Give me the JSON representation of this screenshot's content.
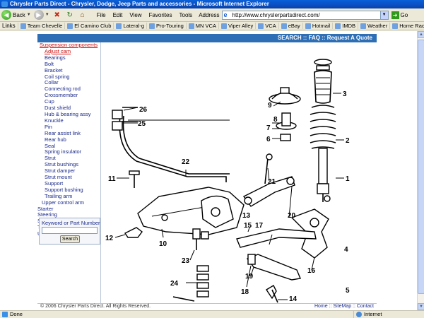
{
  "window": {
    "title": "Chrysler Parts Direct - Chrysler, Dodge, Jeep Parts and accessories - Microsoft Internet Explorer"
  },
  "toolbar": {
    "back_label": "Back",
    "menus": [
      "File",
      "Edit",
      "View",
      "Favorites",
      "Tools"
    ],
    "address_label": "Address",
    "address_value": "http://www.chryslerpartsdirect.com/",
    "go_label": "Go"
  },
  "links_bar": {
    "label": "Links",
    "items": [
      "Team Chevelle",
      "El Camino Club",
      "Lateral-g",
      "Pro-Touring",
      "MN VCA",
      "Viper Alley",
      "VCA",
      "eBay",
      "Hotmail",
      "IMDB",
      "Weather",
      "Home Racing World"
    ]
  },
  "page": {
    "top_strip": "SEARCH :: FAQ :: Request A Quote",
    "categories": [
      {
        "label": "Suspension components",
        "kind": "hl"
      },
      {
        "label": "Adjust cam",
        "kind": "sel"
      },
      {
        "label": "Bearings",
        "kind": "sub"
      },
      {
        "label": "Bolt",
        "kind": "sub"
      },
      {
        "label": "Bracket",
        "kind": "sub"
      },
      {
        "label": "Coil spring",
        "kind": "sub"
      },
      {
        "label": "Collar",
        "kind": "sub"
      },
      {
        "label": "Connecting rod",
        "kind": "sub"
      },
      {
        "label": "Crossmember",
        "kind": "sub"
      },
      {
        "label": "Cup",
        "kind": "sub"
      },
      {
        "label": "Dust shield",
        "kind": "sub"
      },
      {
        "label": "Hub & bearing assy",
        "kind": "sub"
      },
      {
        "label": "Knuckle",
        "kind": "sub"
      },
      {
        "label": "Pin",
        "kind": "sub"
      },
      {
        "label": "Rear assist link",
        "kind": "sub"
      },
      {
        "label": "Rear hub",
        "kind": "sub"
      },
      {
        "label": "Seal",
        "kind": "sub"
      },
      {
        "label": "Spring insulator",
        "kind": "sub"
      },
      {
        "label": "Strut",
        "kind": "sub"
      },
      {
        "label": "Strut bushings",
        "kind": "sub"
      },
      {
        "label": "Strut damper",
        "kind": "sub"
      },
      {
        "label": "Strut mount",
        "kind": "sub"
      },
      {
        "label": "Support",
        "kind": "sub"
      },
      {
        "label": "Support bushing",
        "kind": "sub"
      },
      {
        "label": "Trailing arm",
        "kind": "sub"
      },
      {
        "label": "Upper control arm",
        "kind": "sub2"
      },
      {
        "label": "Starter",
        "kind": "top"
      },
      {
        "label": "Steering",
        "kind": "top"
      },
      {
        "label": "Steering column",
        "kind": "top"
      },
      {
        "label": "Transfer case",
        "kind": "top"
      },
      {
        "label": "Universals & rear axle",
        "kind": "top"
      }
    ],
    "search": {
      "label": "Keyword or Part Number",
      "input_value": "",
      "button_label": "Search"
    },
    "diagram_callouts": [
      "1",
      "2",
      "3",
      "4",
      "5",
      "6",
      "7",
      "8",
      "9",
      "10",
      "11",
      "12",
      "13",
      "14",
      "15",
      "16",
      "17",
      "18",
      "19",
      "20",
      "21",
      "22",
      "23",
      "24",
      "25",
      "26"
    ],
    "footer": {
      "copyright": "© 2006 Chrysler Parts Direct. All Rights Reserved.",
      "links": "Home :: SiteMap :: Contact"
    }
  },
  "status": {
    "text": "Done",
    "zone": "Internet"
  }
}
